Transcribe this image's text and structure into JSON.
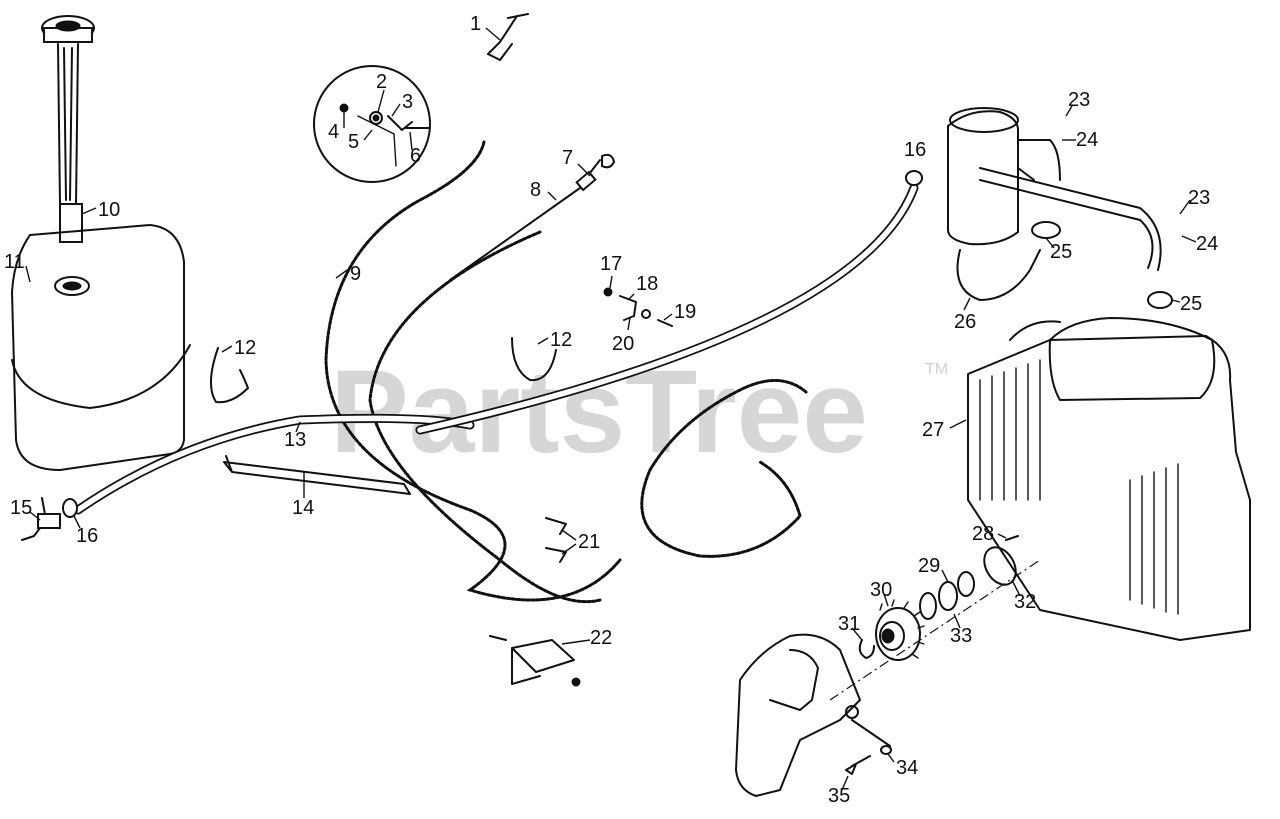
{
  "watermark": {
    "text": "PartsTree",
    "tm": "TM"
  },
  "callouts": {
    "c1": "1",
    "c2": "2",
    "c3": "3",
    "c4": "4",
    "c5": "5",
    "c6": "6",
    "c7": "7",
    "c8": "8",
    "c9": "9",
    "c10": "10",
    "c11": "11",
    "c12a": "12",
    "c12b": "12",
    "c13": "13",
    "c14": "14",
    "c15": "15",
    "c16a": "16",
    "c16b": "16",
    "c17": "17",
    "c18": "18",
    "c19": "19",
    "c20": "20",
    "c21": "21",
    "c22": "22",
    "c23a": "23",
    "c23b": "23",
    "c24a": "24",
    "c24b": "24",
    "c25a": "25",
    "c25b": "25",
    "c26": "26",
    "c27": "27",
    "c28": "28",
    "c29": "29",
    "c30": "30",
    "c31": "31",
    "c32": "32",
    "c33": "33",
    "c34": "34",
    "c35": "35"
  }
}
